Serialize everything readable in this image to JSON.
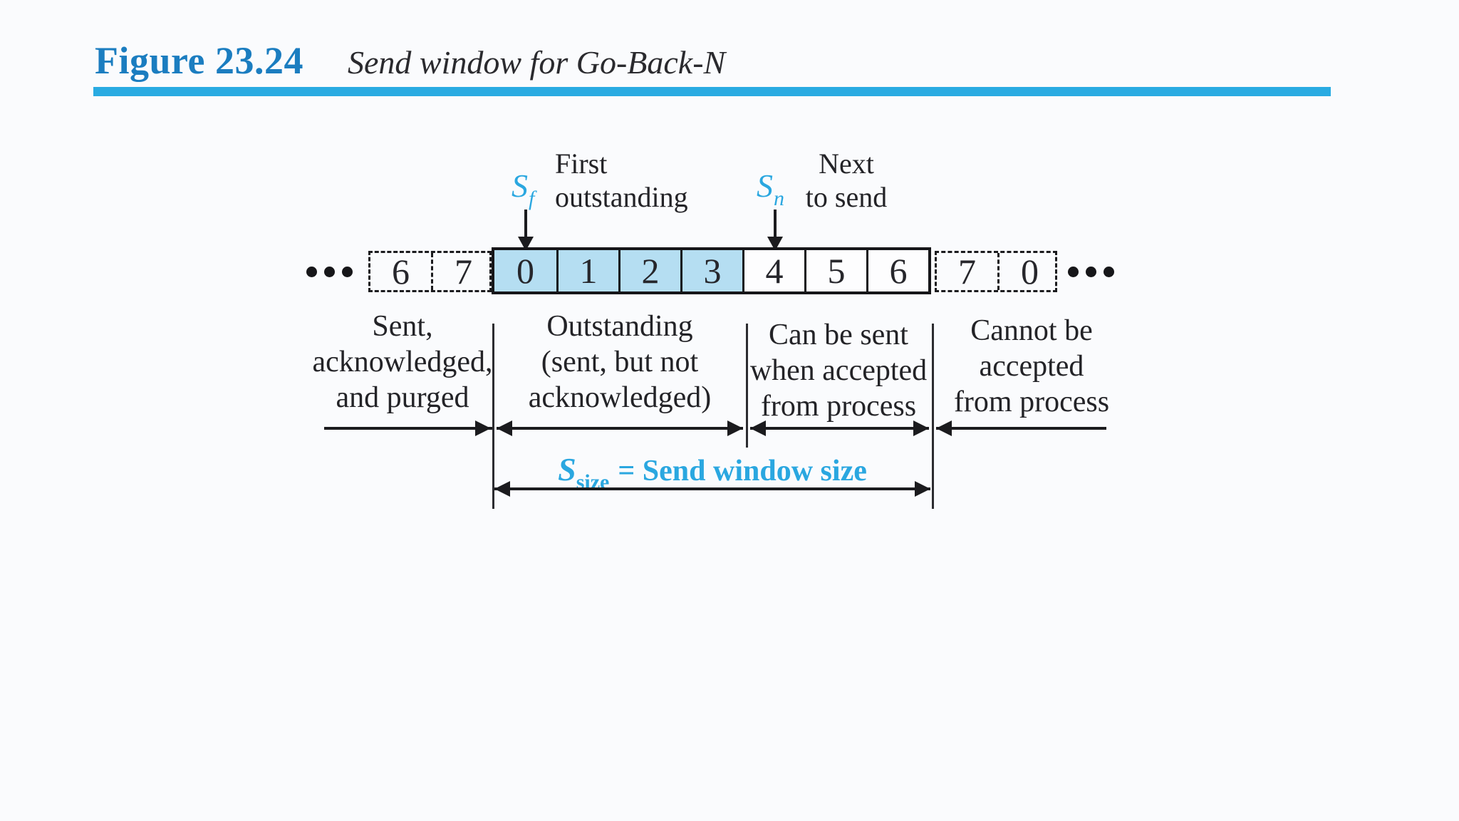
{
  "figure": {
    "label": "Figure 23.24",
    "title": "Send window for Go-Back-N"
  },
  "colors": {
    "caption_blue": "#1b7dc0",
    "rule_blue": "#29abe2",
    "marker_blue": "#2aa7e0",
    "window_fill_blue": "#b5def2",
    "ink": "#232327"
  },
  "markers": {
    "sf": {
      "symbol": "S",
      "subscript": "f",
      "label_line1": "First",
      "label_line2": "outstanding"
    },
    "sn": {
      "symbol": "S",
      "subscript": "n",
      "label_line1": "Next",
      "label_line2": "to send"
    }
  },
  "sequence": {
    "left_ellipsis": "•••",
    "right_ellipsis": "•••",
    "cells": [
      {
        "value": "6",
        "style": "dashed"
      },
      {
        "value": "7",
        "style": "dashed"
      },
      {
        "value": "0",
        "style": "window-filled"
      },
      {
        "value": "1",
        "style": "window-filled"
      },
      {
        "value": "2",
        "style": "window-filled"
      },
      {
        "value": "3",
        "style": "window-filled"
      },
      {
        "value": "4",
        "style": "window-plain"
      },
      {
        "value": "5",
        "style": "window-plain"
      },
      {
        "value": "6",
        "style": "window-plain"
      },
      {
        "value": "7",
        "style": "dashed"
      },
      {
        "value": "0",
        "style": "dashed"
      }
    ]
  },
  "regions": [
    {
      "lines": [
        "Sent,",
        "acknowledged,",
        "and purged"
      ],
      "arrow": "right"
    },
    {
      "lines": [
        "Outstanding",
        "(sent, but not",
        "acknowledged)"
      ],
      "arrow": "both"
    },
    {
      "lines": [
        "Can be sent",
        "when accepted",
        "from process"
      ],
      "arrow": "both"
    },
    {
      "lines": [
        "Cannot be",
        "accepted",
        "from process"
      ],
      "arrow": "left"
    }
  ],
  "window_size": {
    "symbol": "S",
    "subscript": "size",
    "text": "= Send window size"
  }
}
